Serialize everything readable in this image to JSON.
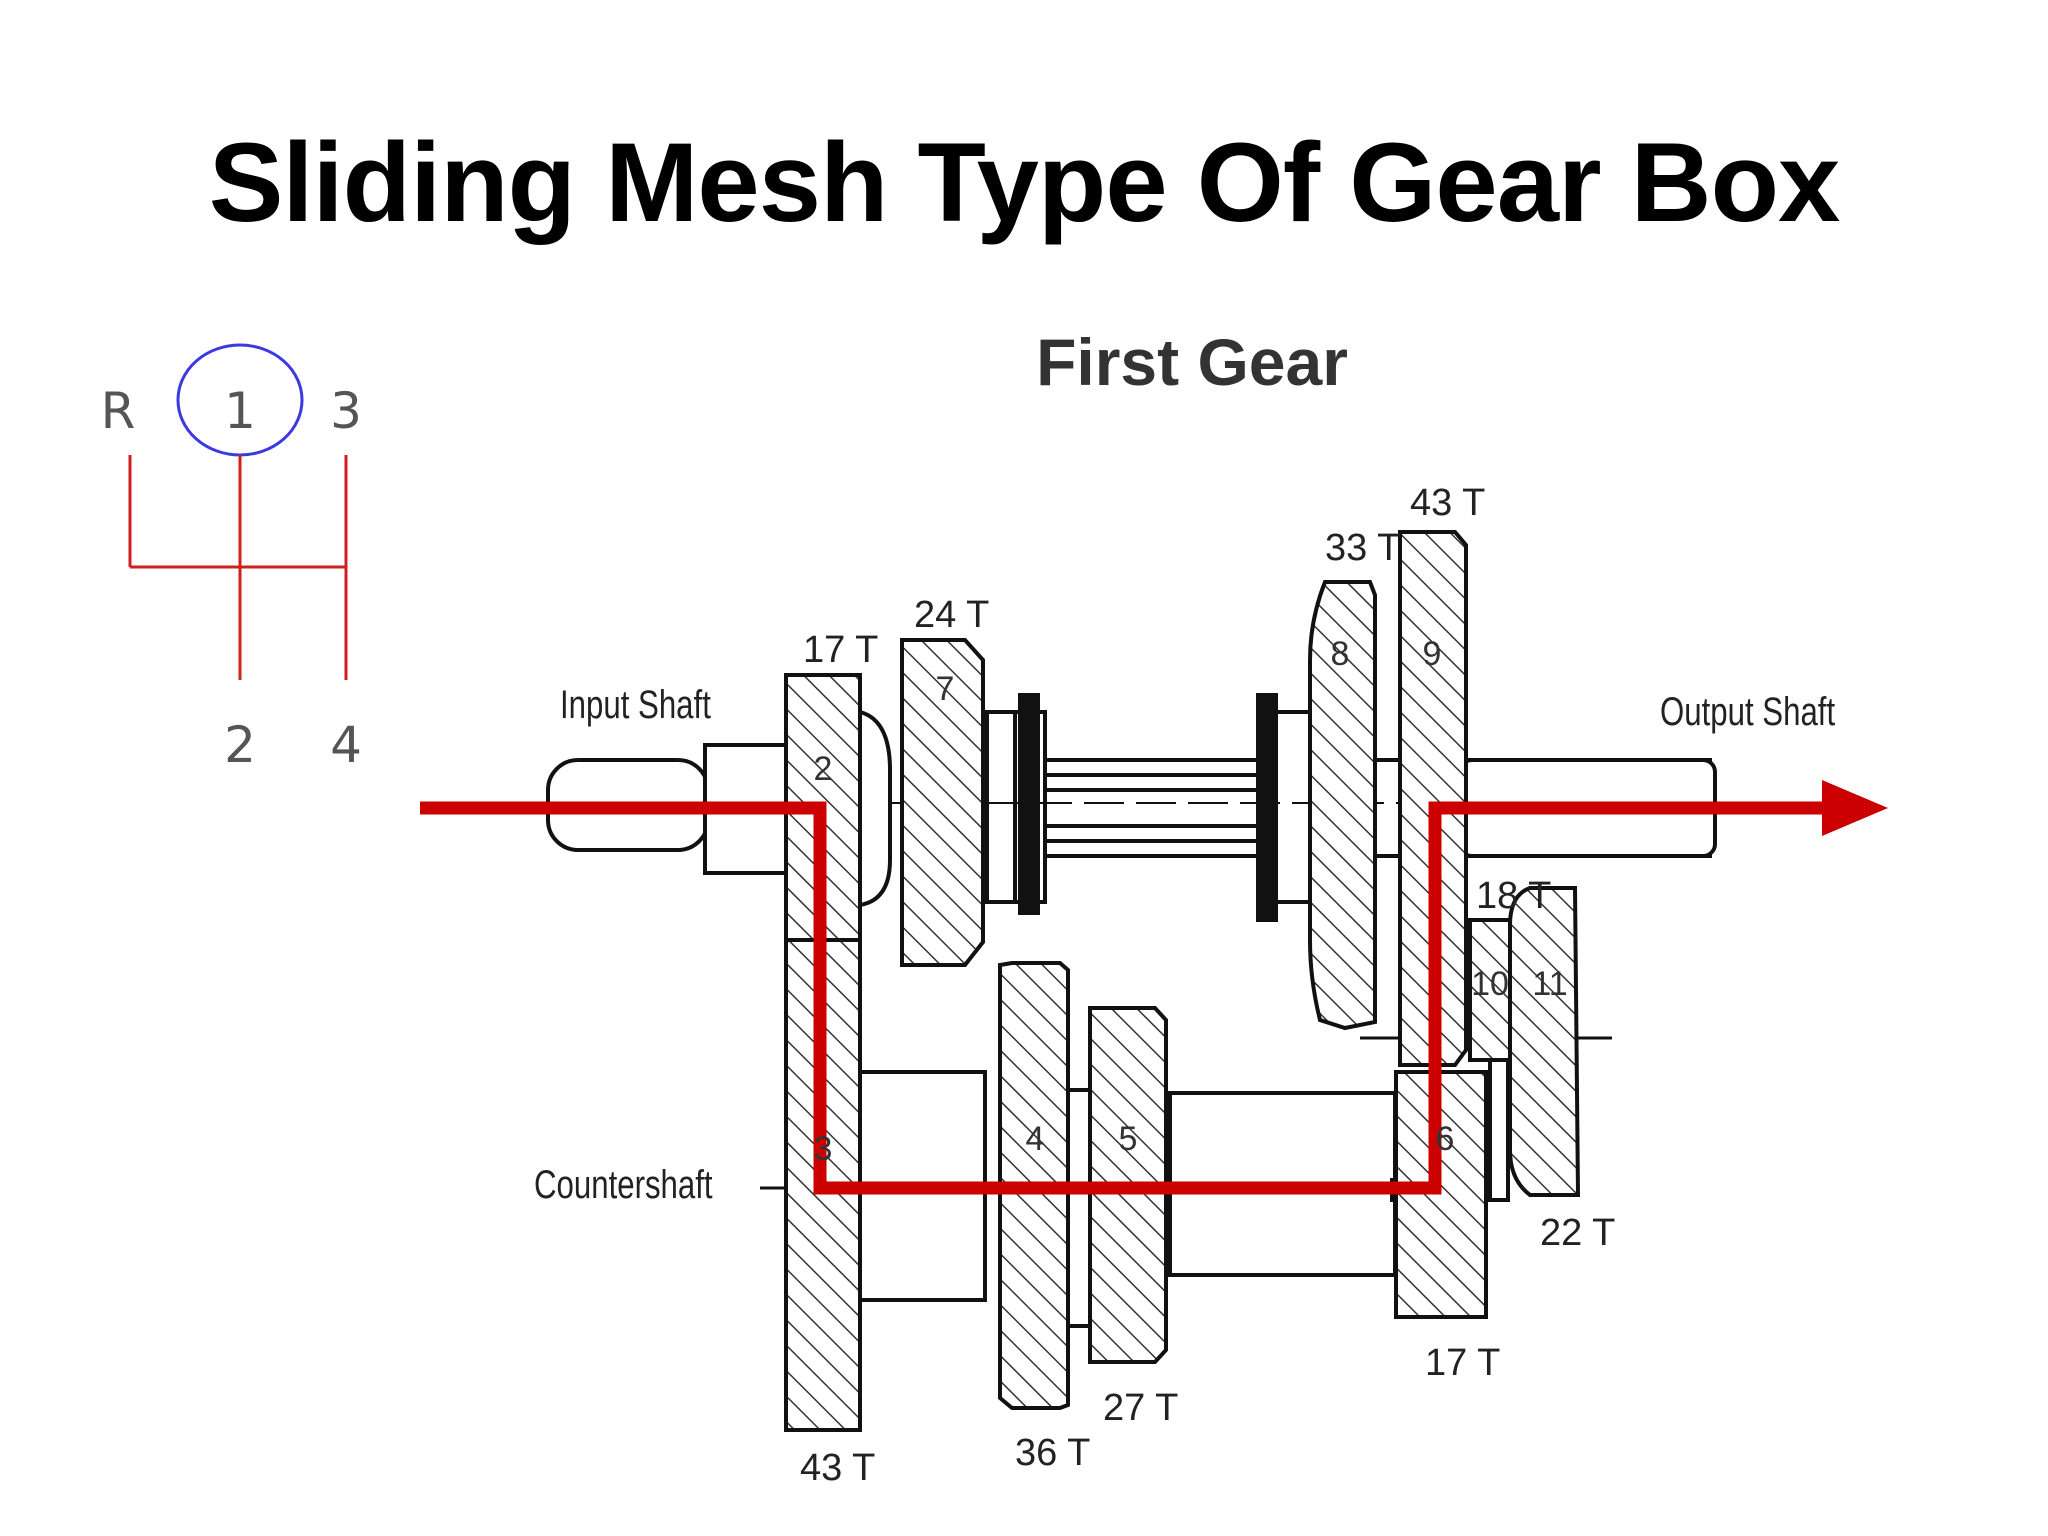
{
  "title": "Sliding Mesh Type Of Gear Box",
  "subtitle": "First Gear",
  "colors": {
    "power_flow": "#cc0000",
    "shifter_lines": "#d02020",
    "selected_ring": "#3a3ae0",
    "hatch": "#333333"
  },
  "shifter": {
    "top_labels": [
      "R",
      "1",
      "3"
    ],
    "bottom_labels": [
      "2",
      "4"
    ],
    "selected": "1"
  },
  "labels": {
    "input_shaft": "Input Shaft",
    "output_shaft": "Output Shaft",
    "countershaft": "Countershaft"
  },
  "gears": [
    {
      "num": "2",
      "teeth": "17 T"
    },
    {
      "num": "7",
      "teeth": "24 T"
    },
    {
      "num": "8",
      "teeth": "33 T"
    },
    {
      "num": "9",
      "teeth": "43 T"
    },
    {
      "num": "10",
      "teeth": "18 T"
    },
    {
      "num": "11",
      "teeth": "22 T"
    },
    {
      "num": "3",
      "teeth": "43 T"
    },
    {
      "num": "4",
      "teeth": "36 T"
    },
    {
      "num": "5",
      "teeth": "27 T"
    },
    {
      "num": "6",
      "teeth": "17 T"
    }
  ]
}
